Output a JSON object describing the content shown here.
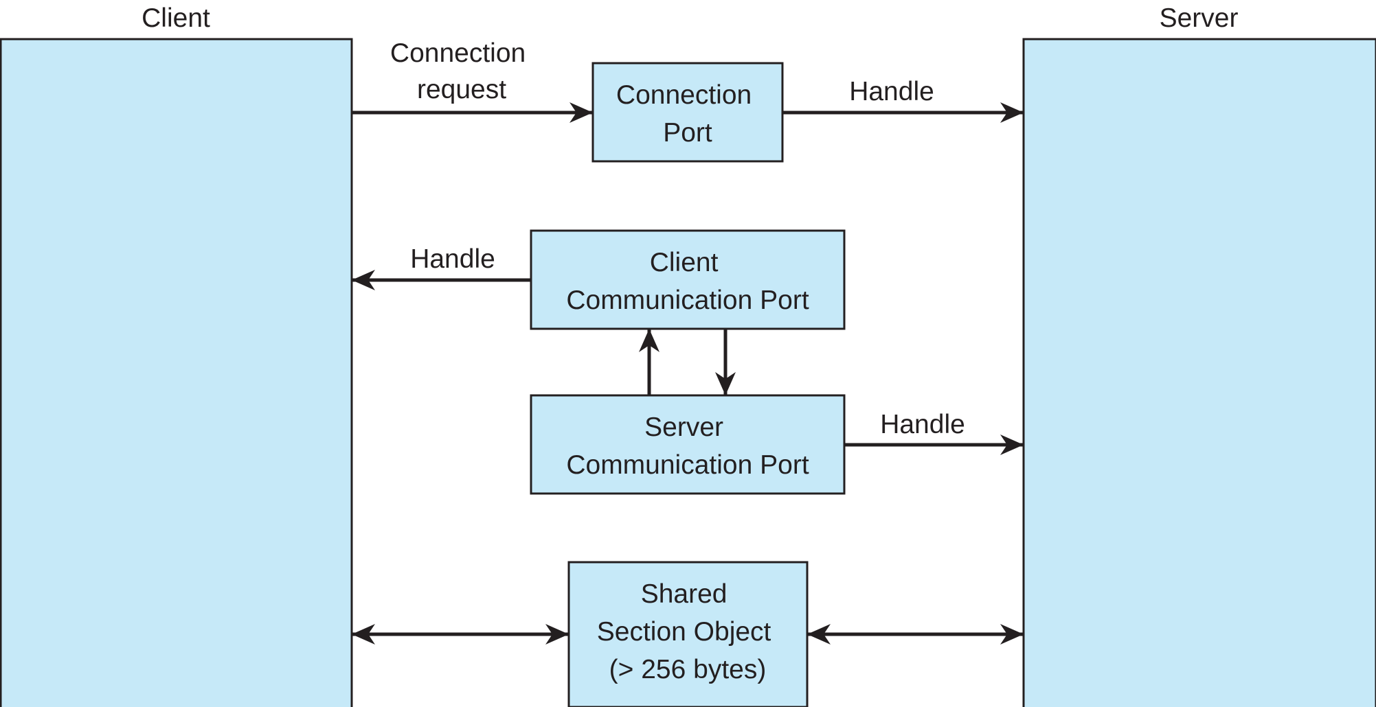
{
  "colors": {
    "box_fill": "#c6e9f8",
    "stroke": "#231f20",
    "text": "#231f20"
  },
  "client": {
    "title": "Client"
  },
  "server": {
    "title": "Server"
  },
  "connection_port": {
    "line1": "Connection",
    "line2": "Port"
  },
  "client_comm_port": {
    "line1": "Client",
    "line2": "Communication Port"
  },
  "server_comm_port": {
    "line1": "Server",
    "line2": "Communication Port"
  },
  "shared_section": {
    "line1": "Shared",
    "line2": "Section Object",
    "line3": "(> 256 bytes)"
  },
  "labels": {
    "connection_request_1": "Connection",
    "connection_request_2": "request",
    "handle_to_server_top": "Handle",
    "handle_to_client": "Handle",
    "handle_to_server_mid": "Handle"
  }
}
